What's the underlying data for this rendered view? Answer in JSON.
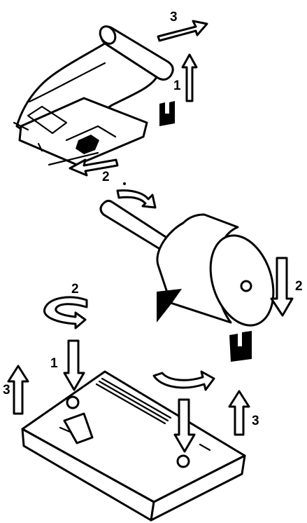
{
  "colors": {
    "ink": "#000000",
    "paper": "#ffffff"
  },
  "labels": {
    "top_arrow_3": "3",
    "top_arrow_1": "1",
    "top_arrow_2": "2",
    "mid_arrow_2_right": "2",
    "mid_arrow_2_left": "2",
    "bot_arrow_1": "1",
    "bot_arrow_3_left": "3",
    "bot_arrow_3_right": "3"
  }
}
